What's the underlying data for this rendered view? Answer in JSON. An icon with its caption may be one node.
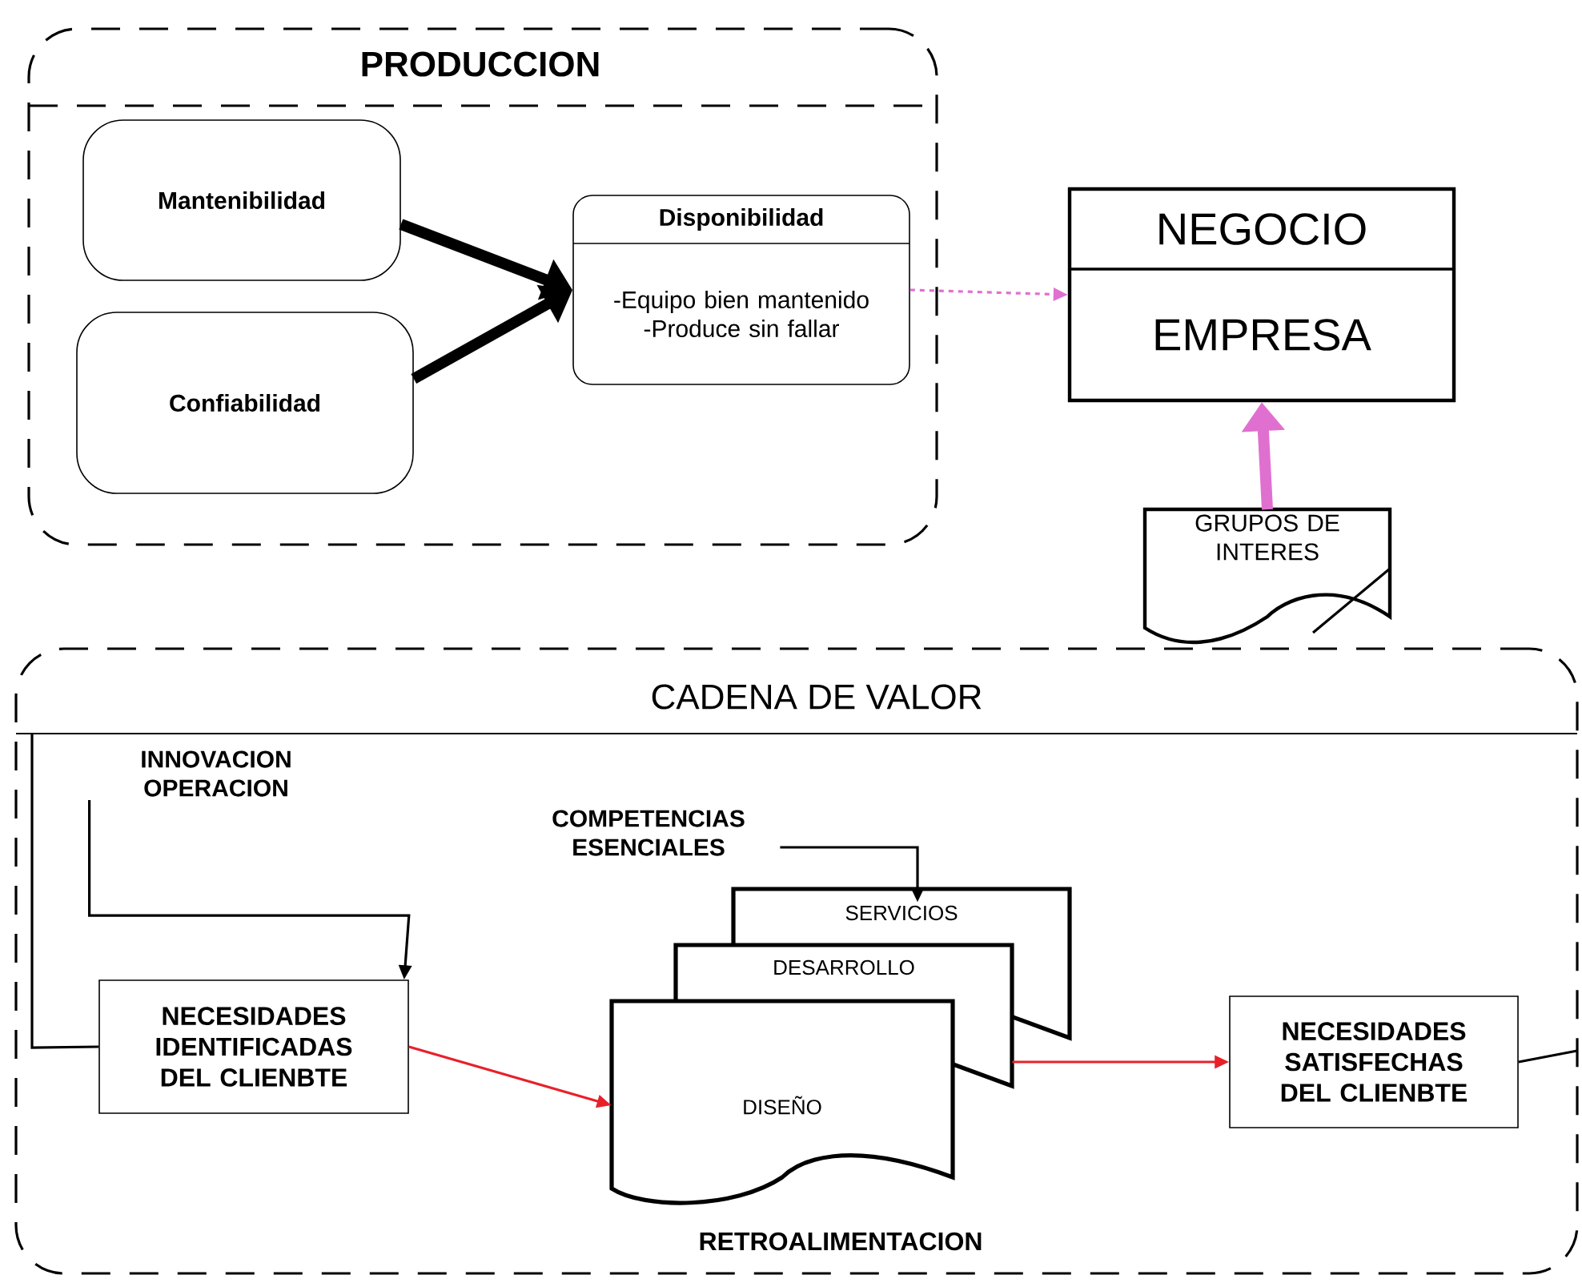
{
  "diagram": {
    "nodes": [
      {
        "text": [
          "PRODUCCION"
        ]
      },
      {
        "text": [
          "Mantenibilidad"
        ],
        "in": 0
      },
      {
        "text": [
          "Confiabilidad"
        ],
        "in": 0
      },
      {
        "text": [
          "Disponibilidad",
          "-Equipo bien mantenido -Produce sin fallar"
        ],
        "in": 0
      },
      {
        "text": [
          "NEGOCIO",
          "EMPRESA"
        ]
      },
      {
        "text": [
          "GRUPOS DE INTERES"
        ]
      },
      {
        "text": [
          "CADENA DE VALOR"
        ]
      },
      {
        "text": [
          "INNOVACION OPERACION"
        ],
        "in": 6
      },
      {
        "text": [
          "COMPETENCIAS ESENCIALES"
        ],
        "in": 6
      },
      {
        "text": [
          "NECESIDADES IDENTIFICADAS DEL CLIENBTE"
        ],
        "in": 6
      },
      {
        "text": [
          "SERVICIOS"
        ],
        "in": 6
      },
      {
        "text": [
          "DESARROLLO"
        ],
        "in": 6
      },
      {
        "text": [
          "DISEÑO"
        ],
        "in": 6
      },
      {
        "text": [
          "NECESIDADES SATISFECHAS DEL CLIENBTE"
        ],
        "in": 6
      }
    ],
    "edges": [
      {
        "from": 1,
        "to": 3,
        "arrow": "to",
        "style": "thick"
      },
      {
        "from": 2,
        "to": 3,
        "arrow": "to",
        "style": "thick"
      },
      {
        "from": 3,
        "to": 4,
        "arrow": "to",
        "style": "dashed",
        "color": "#e070d0"
      },
      {
        "from": 5,
        "to": 4,
        "arrow": "to",
        "style": "thick",
        "color": "#e070d0"
      },
      {
        "from": 7,
        "to": 9,
        "arrow": "to"
      },
      {
        "from": 8,
        "to": 10,
        "arrow": "to"
      },
      {
        "from": 9,
        "to": 12,
        "arrow": "to",
        "color": "#e8202a"
      },
      {
        "from": 11,
        "to": 13,
        "arrow": "to",
        "color": "#e8202a"
      },
      {
        "from": 9,
        "to": null,
        "arrow": "none"
      },
      {
        "from": 13,
        "to": null,
        "arrow": "none"
      }
    ],
    "labels": [
      "RETROALIMENTACION"
    ]
  }
}
